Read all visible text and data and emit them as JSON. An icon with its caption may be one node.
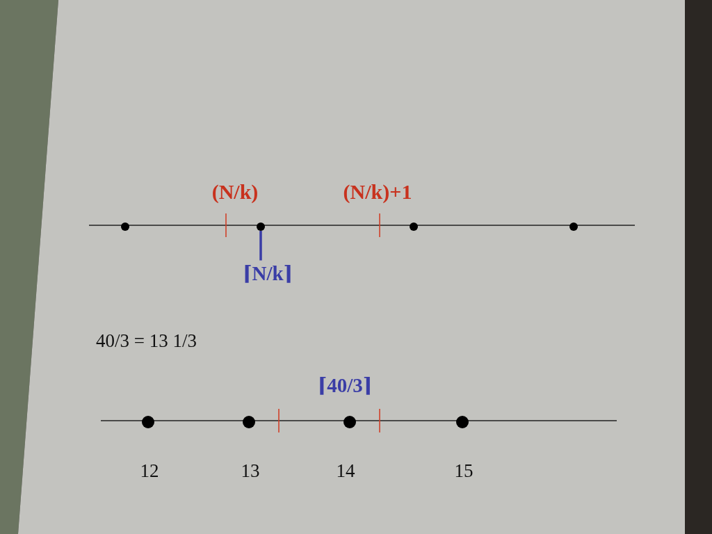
{
  "diagram": {
    "nodes": [
      {
        "text": [
          "⌈N/k⌉"
        ]
      },
      {
        "text": [],
        "shape": "circle"
      }
    ],
    "edges": [
      {
        "from": 0,
        "to": 1,
        "arrow": "none"
      }
    ],
    "labels": [
      "(N/k)",
      "(N/k)+1",
      "40/3 = 13 1/3",
      "⌈40/3⌉",
      "12",
      "13",
      "14",
      "15"
    ]
  }
}
